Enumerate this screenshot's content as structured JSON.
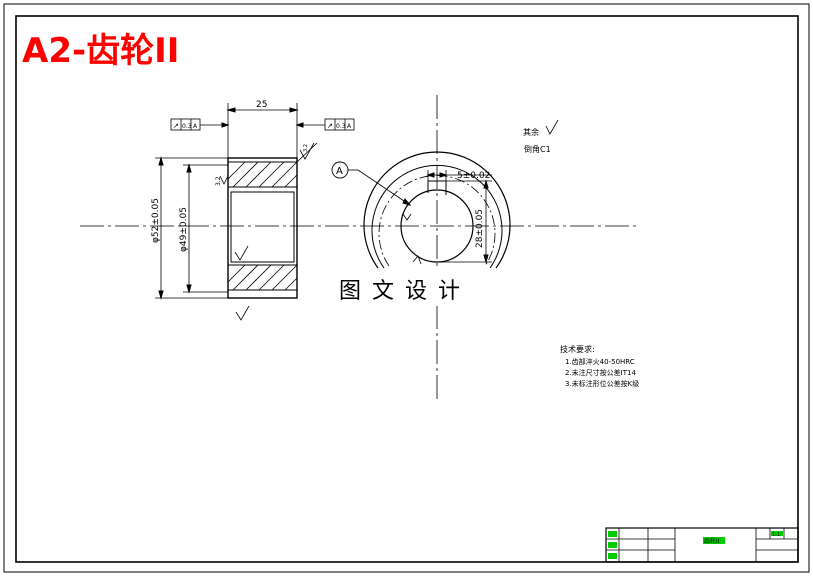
{
  "title": "A2-齿轮II",
  "watermark": "图 文 设 计",
  "colors": {
    "title": "#ff0000",
    "line": "#000000",
    "titleblock_fill": "#00cc00"
  },
  "dimensions": {
    "width": "25",
    "outer_diameter": "φ52±0.05",
    "bore_diameter": "φ49±0.05",
    "keyway_width": "5±0.02",
    "keyway_depth": "28±0.05"
  },
  "gdt": {
    "left_frame": [
      "↗",
      "0.3",
      "A"
    ],
    "right_frame": [
      "↗",
      "0.3",
      "A"
    ]
  },
  "surface": {
    "roughness_left": "3.2",
    "roughness_mid": "3.2",
    "rest": "其余"
  },
  "datum_label": "A",
  "chamfer_note": "倒角C1",
  "tech_requirements": {
    "title": "技术要求:",
    "items": [
      "1.齿部淬火40-50HRC",
      "2.未注尺寸按公差IT14",
      "3.未标注形位公差按K级"
    ]
  },
  "title_block": {
    "part_name": "齿轮II",
    "scale": "1:1"
  }
}
